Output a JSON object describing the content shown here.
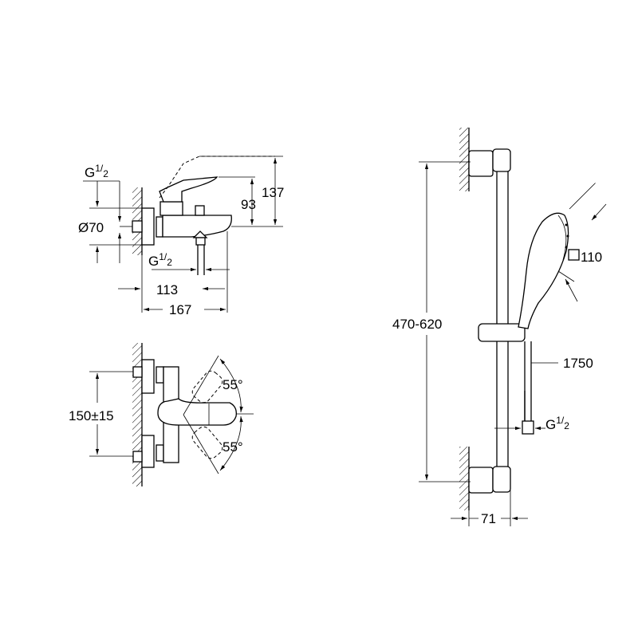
{
  "top_view": {
    "inlet_thread": {
      "letter": "G",
      "num": "1",
      "den": "2"
    },
    "diameter": "Ø70",
    "height_93": "93",
    "height_137": "137",
    "outlet_thread": {
      "letter": "G",
      "num": "1",
      "den": "2"
    },
    "depth_113": "113",
    "depth_167": "167"
  },
  "front_view": {
    "center_distance": "150±15",
    "angle_up": "55°",
    "angle_down": "55°"
  },
  "shower_set": {
    "rail_height": "470-620",
    "head_size": "110",
    "hose_length": "1750",
    "hose_thread": {
      "letter": "G",
      "num": "1",
      "den": "2"
    },
    "wall_distance": "71"
  },
  "colors": {
    "line": "#000000",
    "background": "#ffffff"
  }
}
